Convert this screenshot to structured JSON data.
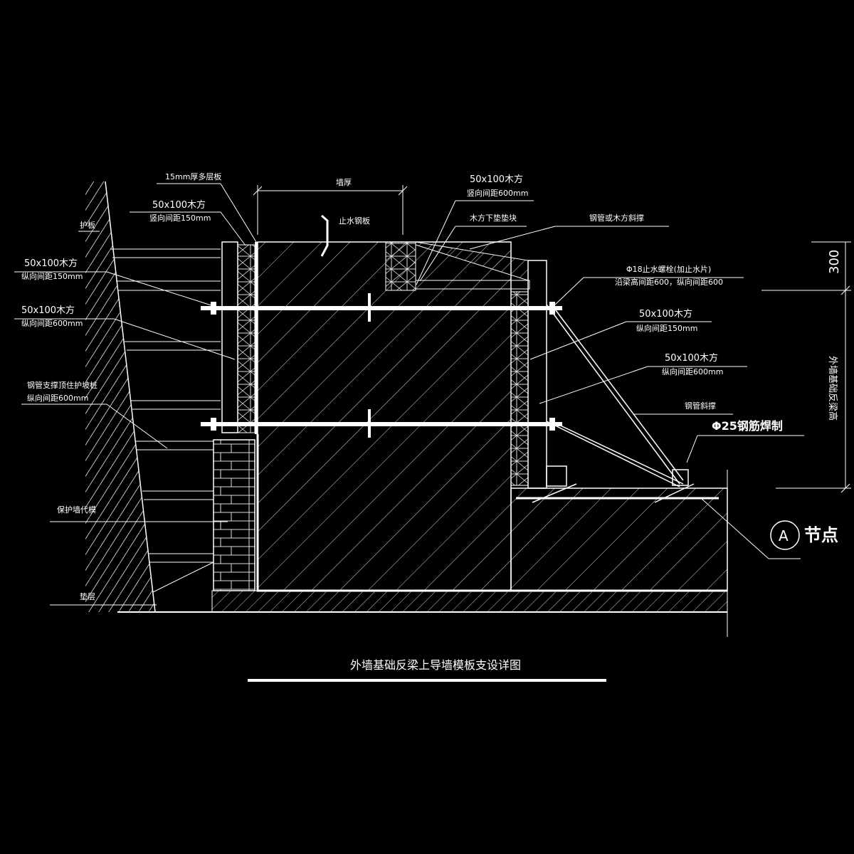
{
  "drawing": {
    "title": "外墙基础反梁上导墙模板支设详图",
    "node_marker": "A",
    "node_label": "节点",
    "dimension_wall_thickness": "墙厚",
    "dimension_300": "300",
    "dimension_beam_height": "外墙基础反梁高"
  },
  "labels": {
    "plywood_15mm": "15mm厚多层板",
    "timber_top_left_size": "50x100木方",
    "timber_top_left_spacing": "竖向间距150mm",
    "retaining_board": "护板",
    "timber_left1_size": "50x100木方",
    "timber_left1_spacing": "纵向间距150mm",
    "timber_left2_size": "50x100木方",
    "timber_left2_spacing": "纵向间距600mm",
    "steel_pipe_support_line1": "钢管支撑顶住护坡桩",
    "steel_pipe_support_line2": "纵向间距600mm",
    "protection_wall": "保护墙代模",
    "cushion_layer": "垫层",
    "waterstop_plate": "止水钢板",
    "timber_top_right_size": "50x100木方",
    "timber_top_right_spacing": "竖向间距600mm",
    "timber_bottom_block": "木方下垫垫块",
    "pipe_or_timber_brace": "钢管或木方斜撑",
    "bolt_line1": "Φ18止水螺栓(加止水片)",
    "bolt_line2": "沿梁高间距600，纵向间距600",
    "timber_right1_size": "50x100木方",
    "timber_right1_spacing": "纵向间距150mm",
    "timber_right2_size": "50x100木方",
    "timber_right2_spacing": "纵向间距600mm",
    "steel_pipe_brace": "钢管斜撑",
    "rebar_weld": "Φ25钢筋焊制"
  }
}
